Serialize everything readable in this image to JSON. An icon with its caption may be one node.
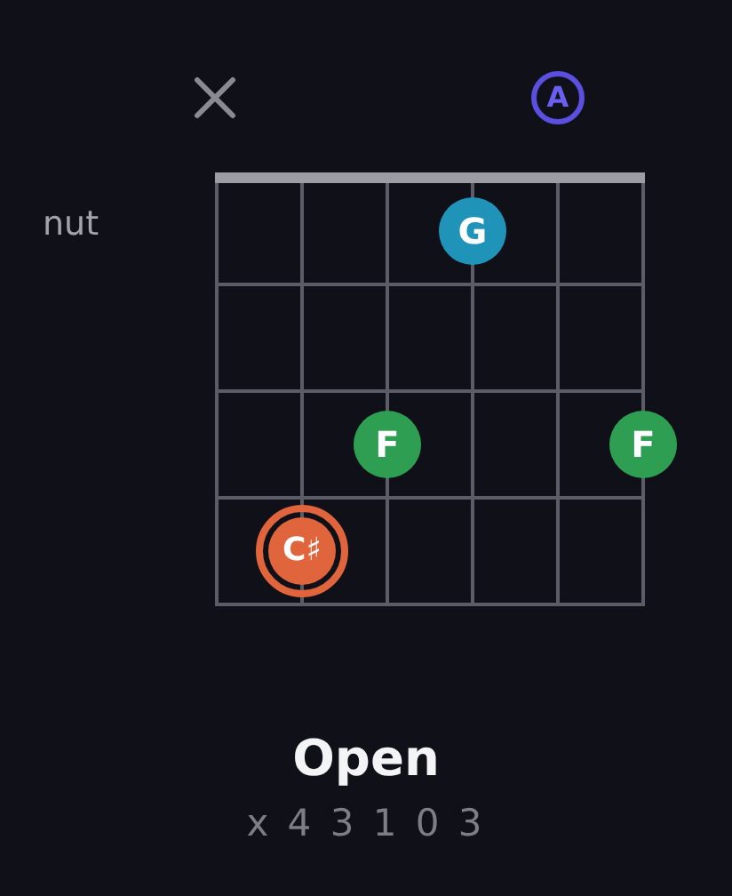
{
  "diagram": {
    "title": "Open",
    "nodes": [
      {
        "text": [
          "A"
        ]
      },
      {
        "text": [
          "G"
        ]
      },
      {
        "text": [
          "F"
        ]
      },
      {
        "text": [
          "F"
        ]
      },
      {
        "text": [
          "C♯"
        ]
      }
    ],
    "labels": [
      "nut",
      "x 4 3 1 0 3"
    ]
  }
}
